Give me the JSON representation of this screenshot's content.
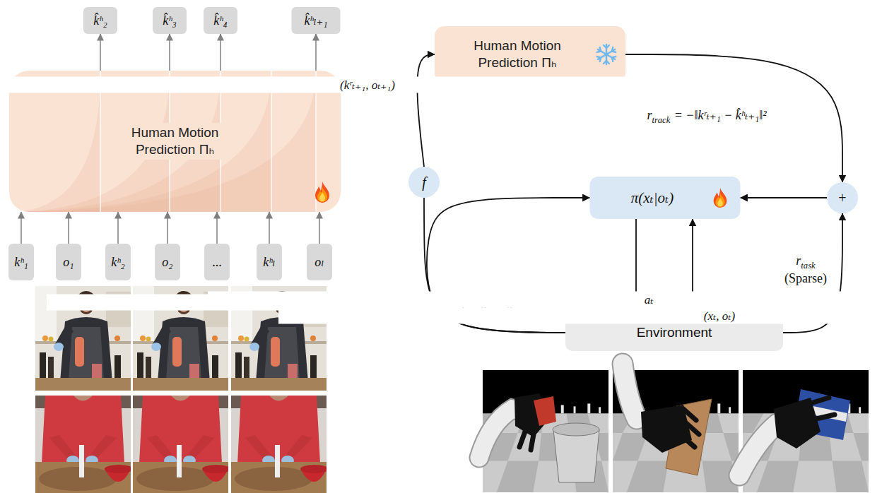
{
  "diagram": {
    "nodes": [
      {
        "text": [
          "k̂ʰ₂"
        ]
      },
      {
        "text": [
          "k̂ʰ₃"
        ]
      },
      {
        "text": [
          "k̂ʰ₄"
        ]
      },
      {
        "text": [
          "k̂ʰₗ₊₁"
        ]
      },
      {
        "text": [
          "Human Motion Prediction Πₕ"
        ]
      },
      {
        "text": [
          "kʰ₁"
        ]
      },
      {
        "text": [
          "o₁"
        ]
      },
      {
        "text": [
          "kʰ₂"
        ]
      },
      {
        "text": [
          "o₂"
        ]
      },
      {
        "text": [
          "..."
        ]
      },
      {
        "text": [
          "kʰₗ"
        ]
      },
      {
        "text": [
          "oₗ"
        ]
      },
      {
        "text": [
          "Human Motion Prediction Πₕ"
        ]
      },
      {
        "text": [
          "f"
        ]
      },
      {
        "text": [
          "π(xₜ|oₜ)"
        ]
      },
      {
        "text": [
          "+"
        ]
      },
      {
        "text": [
          "Environment"
        ]
      }
    ],
    "edges": [
      {
        "from": 4,
        "to": 0,
        "arrow": "to"
      },
      {
        "from": 4,
        "to": 1,
        "arrow": "to"
      },
      {
        "from": 4,
        "to": 2,
        "arrow": "to"
      },
      {
        "from": 4,
        "to": 3,
        "arrow": "to"
      },
      {
        "from": 5,
        "to": 4,
        "arrow": "to"
      },
      {
        "from": 6,
        "to": 4,
        "arrow": "to"
      },
      {
        "from": 7,
        "to": 4,
        "arrow": "to"
      },
      {
        "from": 8,
        "to": 4,
        "arrow": "to"
      },
      {
        "from": 9,
        "to": 4,
        "arrow": "to"
      },
      {
        "from": 10,
        "to": 4,
        "arrow": "to"
      },
      {
        "from": 11,
        "to": 4,
        "arrow": "to"
      },
      {
        "from": 16,
        "to": 13,
        "arrow": "none",
        "label": "(xₜ₊₁, oₜ₊₁)"
      },
      {
        "from": 16,
        "to": 14,
        "arrow": "to"
      },
      {
        "from": 13,
        "to": 12,
        "arrow": "to",
        "label": "(kʳₜ₊₁, oₜ₊₁)"
      },
      {
        "from": 12,
        "to": 15,
        "arrow": "to"
      },
      {
        "from": 15,
        "to": 14,
        "arrow": "to"
      },
      {
        "from": 14,
        "to": 16,
        "arrow": "to",
        "label": "aₜ"
      },
      {
        "from": 16,
        "to": 14,
        "arrow": "to",
        "label": "(xₜ, oₜ)"
      },
      {
        "from": 16,
        "to": 15,
        "arrow": "to"
      }
    ],
    "labels": [
      "r",
      "track",
      "= −‖kʳₜ₊₁ − k̂ʰₜ₊₁‖²",
      "r",
      "task",
      "(Sparse)"
    ]
  }
}
